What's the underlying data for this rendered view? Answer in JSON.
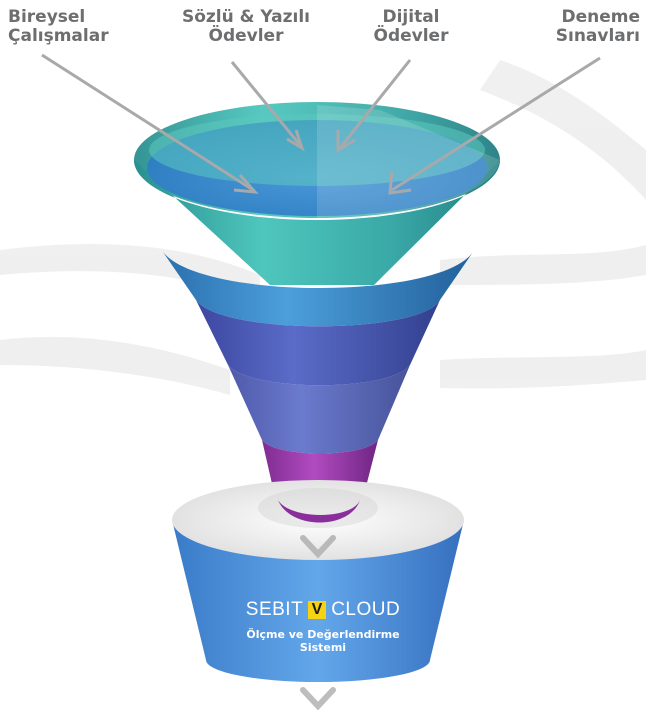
{
  "inputs": [
    {
      "label": "Bireysel\nÇalışmalar"
    },
    {
      "label": "Sözlü & Yazılı\nÖdevler"
    },
    {
      "label": "Dijital\nÖdevler"
    },
    {
      "label": "Deneme\nSınavları"
    }
  ],
  "system": {
    "brand_left": "SEBIT",
    "brand_mark": "V",
    "brand_right": "CLOUD",
    "subtitle": "Ölçme ve Değerlendirme\nSistemi"
  },
  "colors": {
    "funnel_top": "#3fb8b0",
    "funnel_band2": "#3a86c6",
    "funnel_band3": "#4f5fb6",
    "funnel_band4": "#a33cb0",
    "cylinder": "#4d8fd8",
    "brand_mark": "#f6d312",
    "label_text": "#6d6e70"
  },
  "icons": [
    "arrow-down-icon",
    "arrow-in-icon"
  ]
}
